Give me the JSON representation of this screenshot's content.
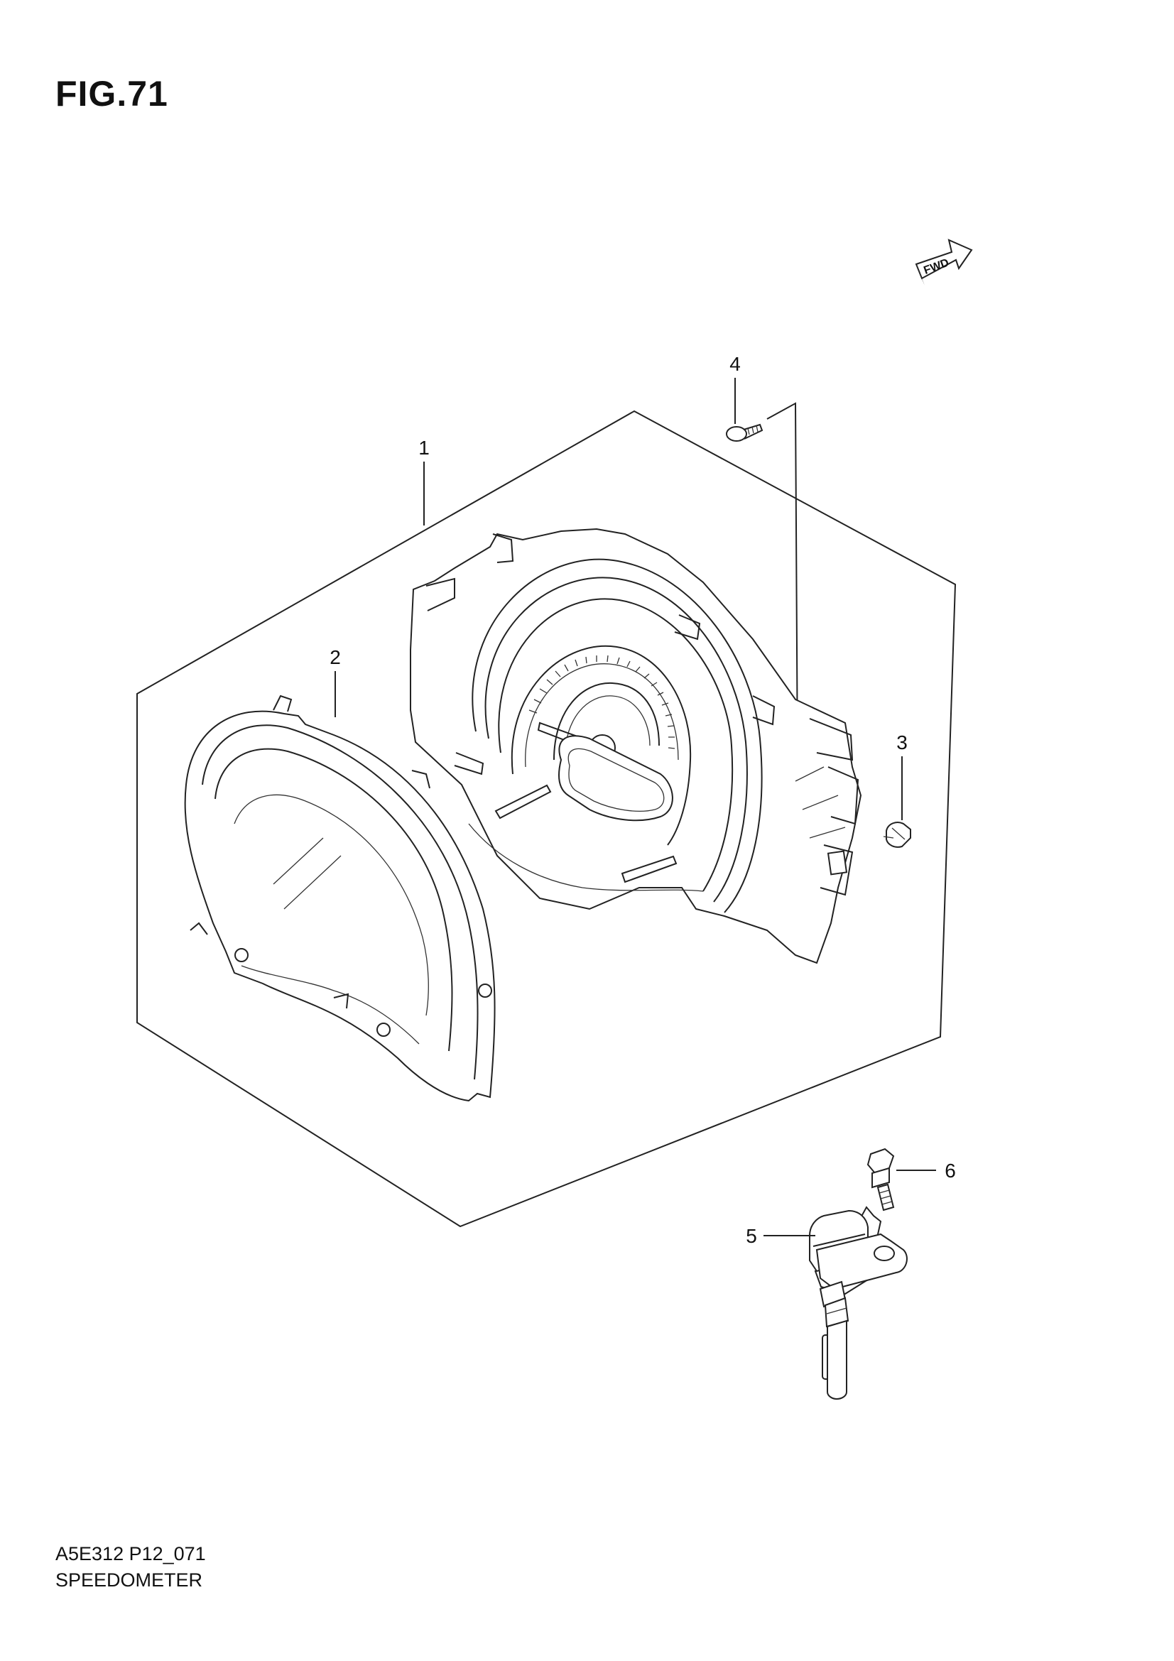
{
  "figure": {
    "title": "FIG.71"
  },
  "direction": {
    "label": "FWD"
  },
  "callouts": {
    "p1": "1",
    "p2": "2",
    "p3": "3",
    "p4": "4",
    "p5": "5",
    "p6": "6"
  },
  "footer": {
    "code": "A5E312 P12_071",
    "name": "SPEEDOMETER"
  }
}
